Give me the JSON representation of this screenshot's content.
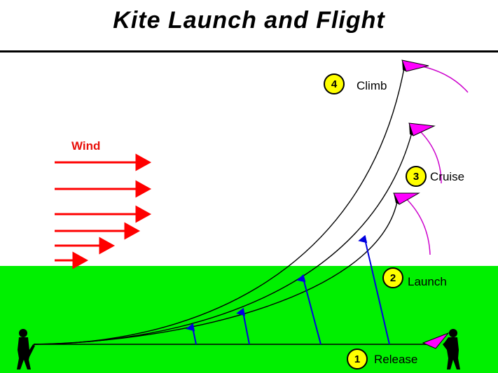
{
  "title": "Kite Launch and Flight",
  "wind_label": "Wind",
  "stages": [
    {
      "number": "1",
      "label": "Release"
    },
    {
      "number": "2",
      "label": "Launch"
    },
    {
      "number": "3",
      "label": "Cruise"
    },
    {
      "number": "4",
      "label": "Climb"
    }
  ],
  "colors": {
    "ground": "#00f000",
    "wind_arrows": "#ff0000",
    "force_arrows": "#0000e0",
    "kite": "#ff00ff",
    "kite_path": "#cc00cc",
    "marker_fill": "#ffff00",
    "divider": "#000000"
  }
}
